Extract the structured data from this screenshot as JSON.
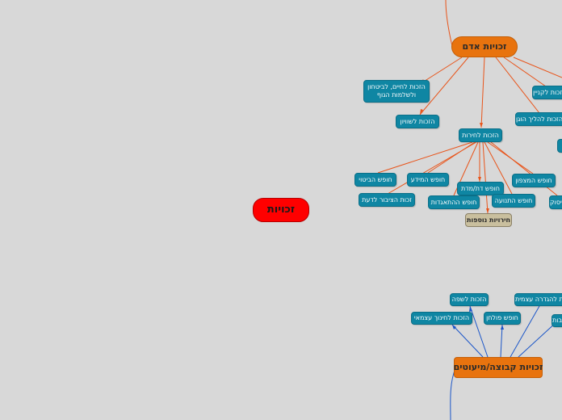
{
  "root": {
    "label": "זכויות"
  },
  "human_rights": {
    "label": "זכויות אדם",
    "children": {
      "life": "הזכות לחיים, לביטחון ולשלמות הגוף",
      "equality": "הזכות לשוויון",
      "property": "זכות לקניין",
      "due_process": "הזכות להליך הוגן",
      "freedom": {
        "label": "הזכות לחירות",
        "children": {
          "expression": "חופש הביטוי",
          "information": "חופש המידע",
          "public_know": "זכות הציבור לדעת",
          "religion": "חופש דת/מדת",
          "association": "חופש ההתאגדות",
          "conscience": "חופש המצפון",
          "movement": "חופש התנועה",
          "occupation": "חופש העיסוק",
          "more": "חירויות נוספות"
        }
      }
    }
  },
  "group_rights": {
    "label": "זכויות קבוצה/מיעוטים",
    "children": {
      "language": "הזכות לשפה",
      "education": "הזכות לחינוך עצמאי",
      "assembly": "חופש פולחן",
      "self_determination": "הזכות להגדרה עצמית",
      "culture": "זכות לתרבות"
    }
  }
}
